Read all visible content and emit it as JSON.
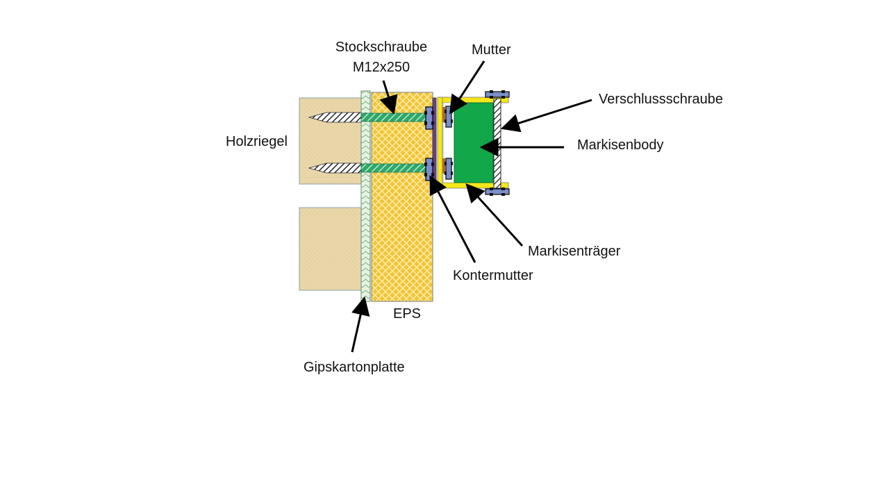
{
  "labels": {
    "stockschraube_line1": "Stockschraube",
    "stockschraube_line2": "M12x250",
    "mutter": "Mutter",
    "verschlussschraube": "Verschlussschraube",
    "holzriegel": "Holzriegel",
    "markisenbody": "Markisenbody",
    "markisentraeger": "Markisenträger",
    "kontermutter": "Kontermutter",
    "eps": "EPS",
    "gipskartonplatte": "Gipskartonplatte"
  },
  "colors": {
    "wood": "#e8d6a8",
    "eps_fill": "#f0c534",
    "eps_pattern": "#fbe9a6",
    "gypsum": "#d8ecd4",
    "screw_shaft": "#2ea86a",
    "screw_tip": "#333333",
    "nut": "#7a8fc8",
    "bracket": "#f4e61a",
    "body": "#12a84a",
    "plate": "#6b3f8c",
    "arrow": "#000000"
  }
}
